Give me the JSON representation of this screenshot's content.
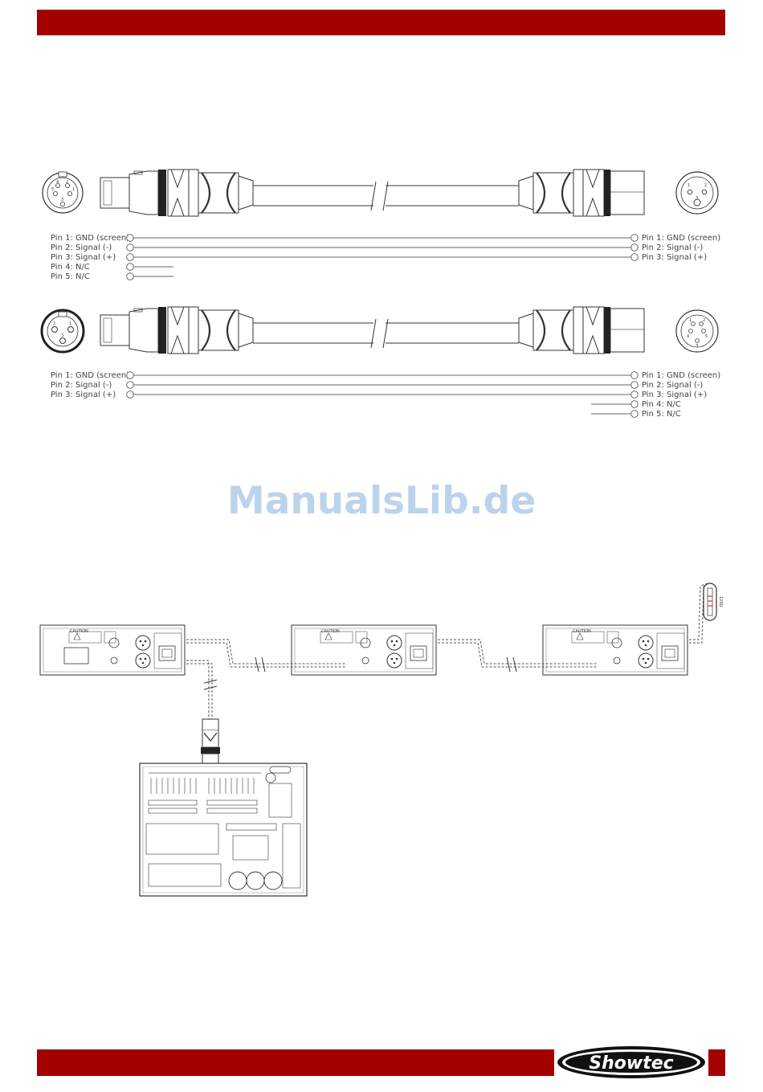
{
  "watermark": "ManualsLib.de",
  "logo": {
    "text": "Showtec"
  },
  "resistor_label": "120Ω",
  "cable_5pin": {
    "left_pins": [
      "Pin 1: GND (screen)",
      "Pin 2: Signal (-)",
      "Pin 3: Signal (+)",
      "Pin 4: N/C",
      "Pin 5: N/C"
    ],
    "right_pins": [
      "Pin 1: GND (screen)",
      "Pin 2: Signal (-)",
      "Pin 3: Signal (+)"
    ]
  },
  "cable_3pin": {
    "left_pins": [
      "Pin 1: GND (screen)",
      "Pin 2: Signal (-)",
      "Pin 3: Signal (+)"
    ],
    "right_pins": [
      "Pin 1: GND (screen)",
      "Pin 2: Signal (-)",
      "Pin 3: Signal (+)",
      "Pin 4: N/C",
      "Pin 5: N/C"
    ]
  },
  "connector_digits_5": [
    "1",
    "2",
    "3",
    "4",
    "5"
  ],
  "connector_digits_3": [
    "1",
    "2",
    "3"
  ],
  "device_caution_label": "CAUTION",
  "colors": {
    "brand_red": "#a30000",
    "watermark": "#bcd3ec",
    "line": "#555555"
  }
}
